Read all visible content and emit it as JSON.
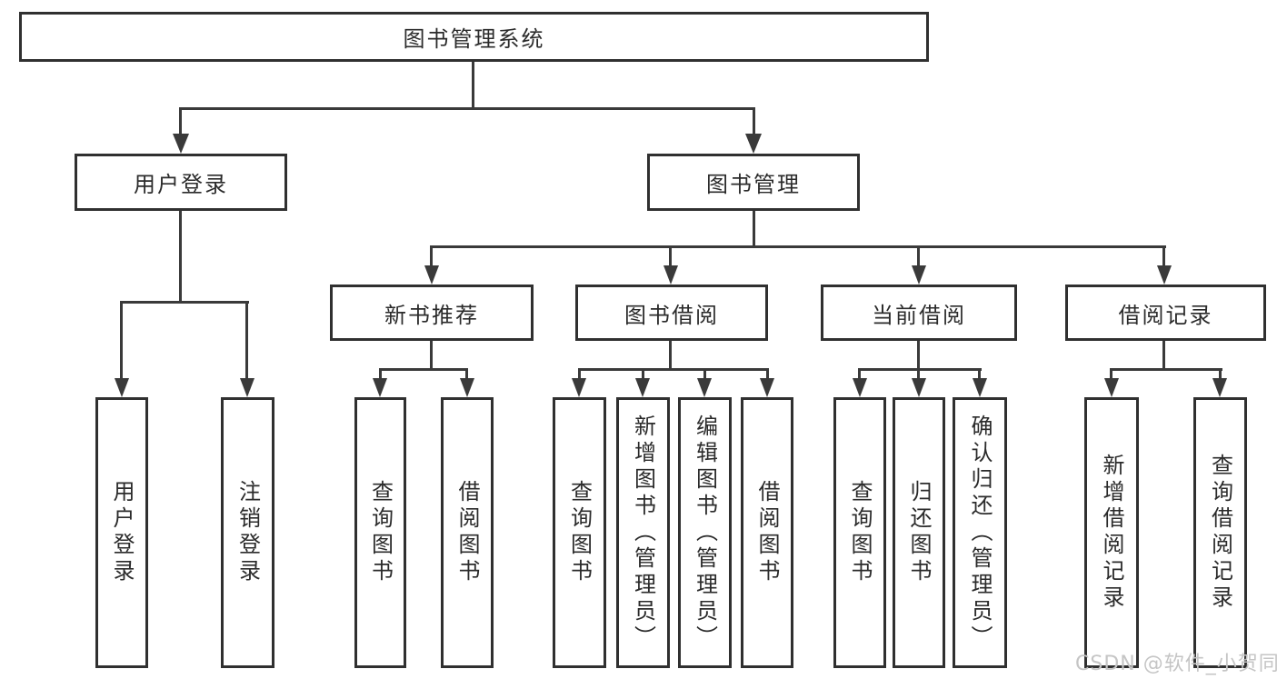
{
  "nodes": {
    "root": {
      "label": "图书管理系统"
    },
    "user_login": {
      "label": "用户登录"
    },
    "book_mgmt": {
      "label": "图书管理"
    },
    "new_book_rec": {
      "label": "新书推荐"
    },
    "book_borrow": {
      "label": "图书借阅"
    },
    "current_borrow": {
      "label": "当前借阅"
    },
    "borrow_record": {
      "label": "借阅记录"
    },
    "leaf_user_login": {
      "label": "用户登录"
    },
    "leaf_logout": {
      "label": "注销登录"
    },
    "leaf_nb_query_book": {
      "label": "查询图书"
    },
    "leaf_nb_borrow_book": {
      "label": "借阅图书"
    },
    "leaf_bb_query_book": {
      "label": "查询图书"
    },
    "leaf_bb_add_book": {
      "label": "新增图书（管理员）"
    },
    "leaf_bb_edit_book": {
      "label": "编辑图书（管理员）"
    },
    "leaf_bb_borrow_book": {
      "label": "借阅图书"
    },
    "leaf_cb_query_book": {
      "label": "查询图书"
    },
    "leaf_cb_return_book": {
      "label": "归还图书"
    },
    "leaf_cb_confirm_return": {
      "label": "确认归还（管理员）"
    },
    "leaf_br_add_record": {
      "label": "新增借阅记录"
    },
    "leaf_br_query_record": {
      "label": "查询借阅记录"
    }
  },
  "edges": [
    {
      "from": "root",
      "to": "user_login"
    },
    {
      "from": "root",
      "to": "book_mgmt"
    },
    {
      "from": "user_login",
      "to": "leaf_user_login"
    },
    {
      "from": "user_login",
      "to": "leaf_logout"
    },
    {
      "from": "book_mgmt",
      "to": "new_book_rec"
    },
    {
      "from": "book_mgmt",
      "to": "book_borrow"
    },
    {
      "from": "book_mgmt",
      "to": "current_borrow"
    },
    {
      "from": "book_mgmt",
      "to": "borrow_record"
    },
    {
      "from": "new_book_rec",
      "to": "leaf_nb_query_book"
    },
    {
      "from": "new_book_rec",
      "to": "leaf_nb_borrow_book"
    },
    {
      "from": "book_borrow",
      "to": "leaf_bb_query_book"
    },
    {
      "from": "book_borrow",
      "to": "leaf_bb_add_book"
    },
    {
      "from": "book_borrow",
      "to": "leaf_bb_edit_book"
    },
    {
      "from": "book_borrow",
      "to": "leaf_bb_borrow_book"
    },
    {
      "from": "current_borrow",
      "to": "leaf_cb_query_book"
    },
    {
      "from": "current_borrow",
      "to": "leaf_cb_return_book"
    },
    {
      "from": "current_borrow",
      "to": "leaf_cb_confirm_return"
    },
    {
      "from": "borrow_record",
      "to": "leaf_br_add_record"
    },
    {
      "from": "borrow_record",
      "to": "leaf_br_query_record"
    }
  ],
  "watermark": "CSDN @软件_小贺同学",
  "colors": {
    "background": "#ffffff",
    "line": "#3a3a3a",
    "box_border": "#303030",
    "text": "#2b2b2b",
    "watermark": "#c5c5c5"
  }
}
